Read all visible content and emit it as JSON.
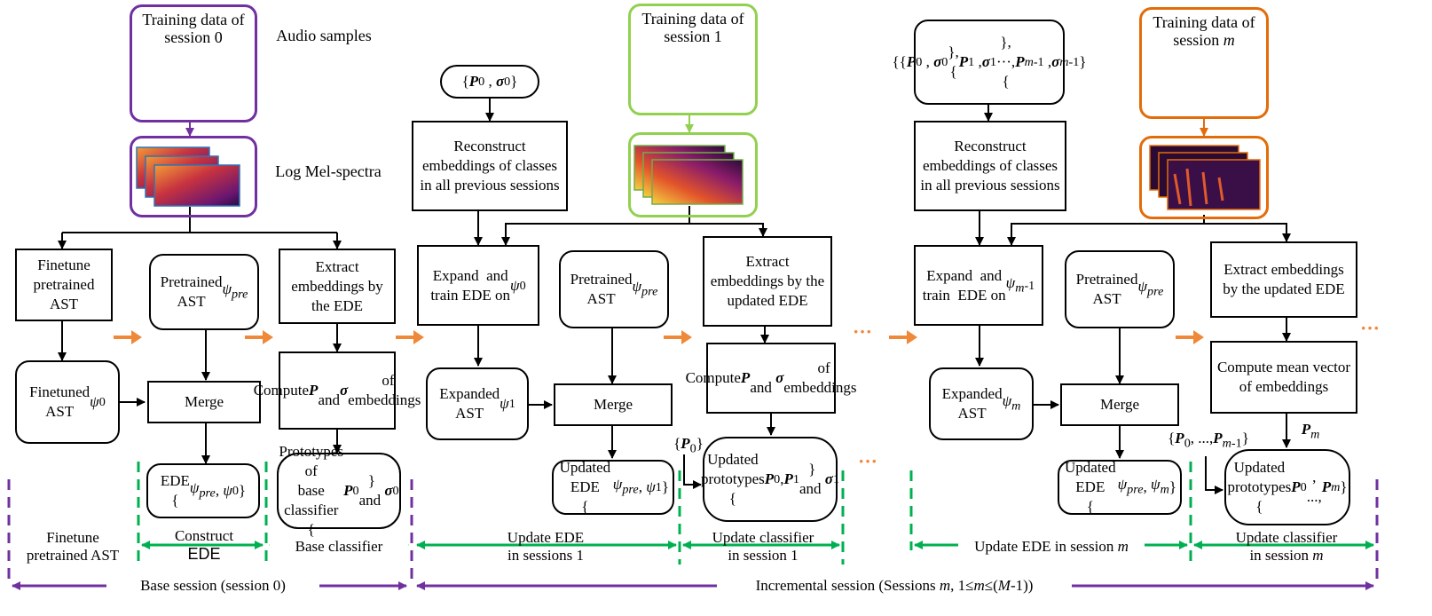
{
  "colors": {
    "purple": "#7030a0",
    "green_light": "#92d050",
    "orange": "#e36c0a",
    "green_span": "#00b050",
    "arrow_orange": "#f0883a"
  },
  "top": {
    "train0": "Training data of session 0",
    "audio": "Audio samples",
    "logmel": "Log Mel-spectra",
    "train1": "Training data of session 1",
    "trainm_a": "Training data of",
    "trainm_b": "session",
    "p0s0": "{P0 , σ0}",
    "pset": "{{P0 , σ0}, {P1 , σ1}, ···, {Pm-1 , σm-1}}"
  },
  "boxes": {
    "finetune": "Finetune pretrained AST",
    "finetuned": "Finetuned AST ψ0",
    "pretrained": "Pretrained AST ψpre",
    "merge": "Merge",
    "ede": "EDE {ψpre, ψ0}",
    "extract": "Extract embeddings by the EDE",
    "compute": "Compute P and σ of embeddings",
    "protos": "Prototypes of base classifier {P0} and σ0",
    "reconstruct": "Reconstruct embeddings of classes in all previous sessions",
    "expand1": "Expand and train EDE on ψ0",
    "expanded1": "Expanded AST ψ1",
    "merge1": "Merge",
    "updede1": "Updated EDE {ψpre, ψ1}",
    "extract1": "Extract embeddings by the updated EDE",
    "compute1": "Compute P and σ of embeddings",
    "uprotos1": "Updated prototypes {P0, P1} and σ1",
    "expandm": "Expand and train EDE on ψm-1",
    "expandedm": "Expanded AST ψm",
    "mergem": "Merge",
    "updedem": "Updated EDE {ψpre, ψm}",
    "extractm": "Extract embeddings by the updated EDE",
    "meanvec": "Compute mean vector of embeddings",
    "uprotosm": "Updated prototypes {P0, ..., Pm}"
  },
  "annot": {
    "p0": "{P0}",
    "pm": "Pm",
    "pm1": "{P0, ..., Pm-1}"
  },
  "spans": {
    "finetune_ast": "Finetune pretrained AST",
    "construct": "Construct",
    "ede": "EDE",
    "base_classifier": "Base classifier",
    "update_ede_1a": "Update EDE",
    "update_ede_1b": "in sessions 1",
    "update_cls_1a": "Update classifier",
    "update_cls_1b": "in session 1",
    "update_ede_m": "Update EDE in session m",
    "update_cls_ma": "Update classifier",
    "update_cls_mb": "in session m",
    "base_session": "Base session (session 0)",
    "incremental": "Incremental session (Sessions m, 1≤m≤(M-1))"
  },
  "ellipsis": "···"
}
